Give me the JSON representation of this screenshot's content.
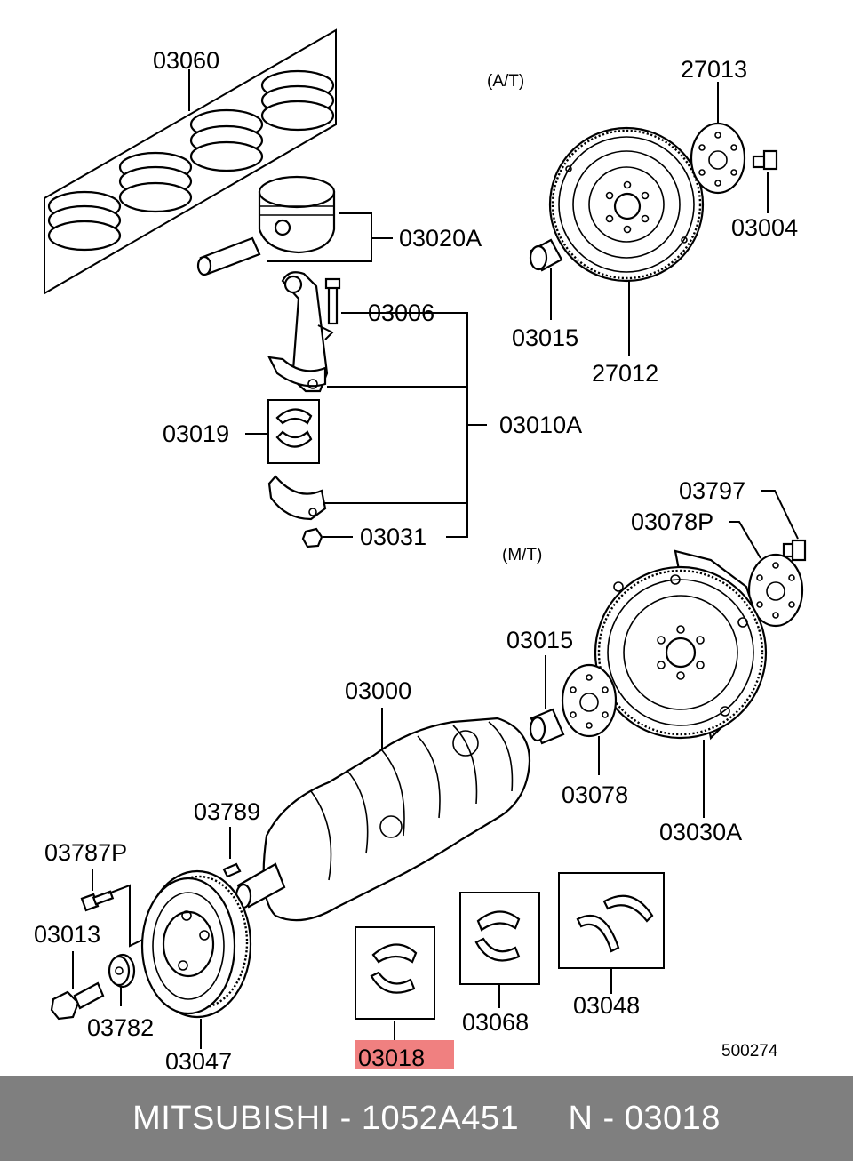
{
  "labels": {
    "piston_ring_set": "03060",
    "piston": "03020A",
    "rod_bolt": "03006",
    "rod_bearing": "03019",
    "conrod_assy": "03010A",
    "rod_nut": "03031",
    "at_mark": "(A/T)",
    "at_adapter": "27013",
    "at_bolt": "03004",
    "at_bushing": "03015",
    "drive_plate": "27012",
    "mt_bolt": "03797",
    "mt_plate": "03078P",
    "mt_mark": "(M/T)",
    "mt_bushing": "03015",
    "crankshaft": "03000",
    "mt_adapter": "03078",
    "flywheel": "03030A",
    "key": "03789",
    "pulley_bolt_small": "03787P",
    "pulley_bolt": "03013",
    "washer": "03782",
    "damper_pulley": "03047",
    "main_bearing_upper": "03018",
    "main_bearing_lower": "03068",
    "thrust_washer": "03048",
    "drawing_no": "500274"
  },
  "highlight_color": "#f08080",
  "footer": {
    "brand": "MITSUBISHI",
    "sep": " - ",
    "part_number": "1052A451",
    "gap": "     ",
    "ref_prefix": "N",
    "ref_sep": " - ",
    "ref": "03018"
  }
}
